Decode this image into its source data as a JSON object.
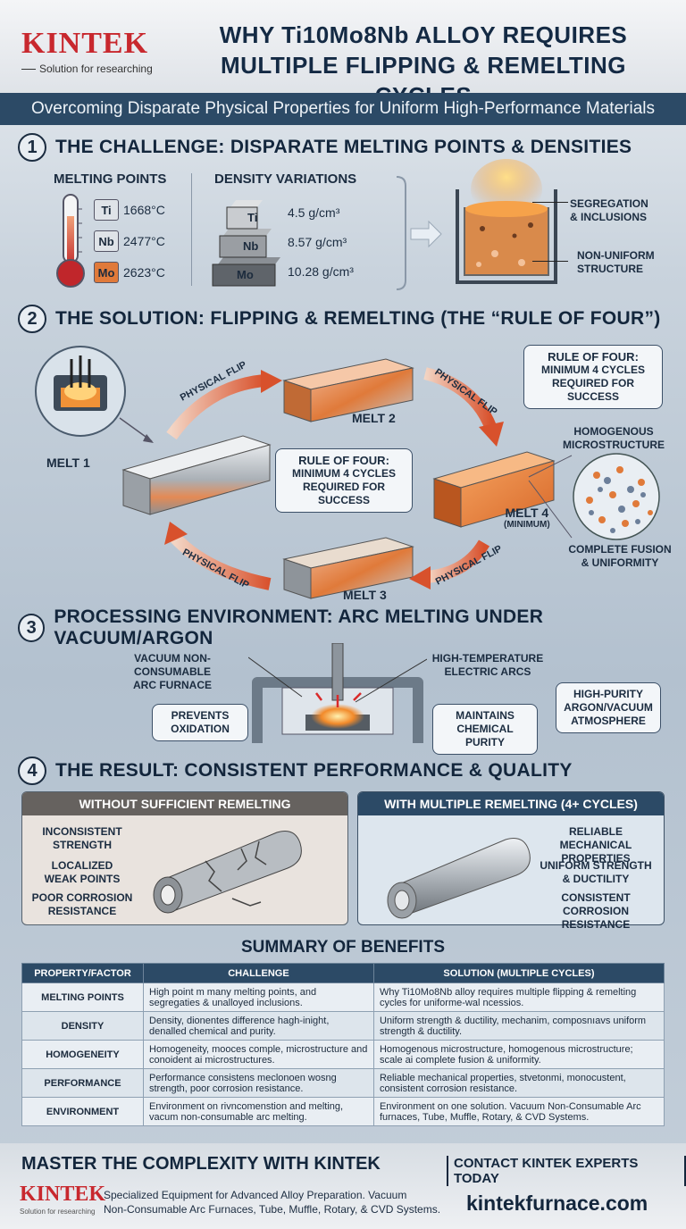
{
  "header": {
    "logo": "KINTEK",
    "logo_sub": "Solution for researching",
    "title_line1": "WHY Ti10Mo8Nb ALLOY REQUIRES",
    "title_line2": "MULTIPLE FLIPPING & REMELTING CYCLES"
  },
  "subtitle": "Overcoming Disparate Physical Properties for Uniform High-Performance Materials",
  "s1": {
    "num": "1",
    "title": "THE CHALLENGE: DISPARATE MELTING POINTS & DENSITIES",
    "mp_title": "MELTING POINTS",
    "dens_title": "DENSITY VARIATIONS",
    "elements": [
      {
        "sym": "Ti",
        "mp": "1668°C",
        "density": "4.5 g/cm³"
      },
      {
        "sym": "Nb",
        "mp": "2477°C",
        "density": "8.57 g/cm³"
      },
      {
        "sym": "Mo",
        "mp": "2623°C",
        "density": "10.28 g/cm³"
      }
    ],
    "seg1": "SEGREGATION",
    "seg2": "& INCLUSIONS",
    "nu1": "NON-UNIFORM",
    "nu2": "STRUCTURE"
  },
  "s2": {
    "num": "2",
    "title": "THE SOLUTION: FLIPPING & REMELTING (THE “RULE OF FOUR”)",
    "melt1": "MELT 1",
    "melt2": "MELT 2",
    "melt3": "MELT 3",
    "melt4": "MELT 4",
    "melt4_sub": "(MINIMUM)",
    "flip": "PHYSICAL FLIP",
    "rule_title": "RULE OF FOUR:",
    "rule_l1": "MINIMUM 4 CYCLES",
    "rule_l2": "REQUIRED FOR SUCCESS",
    "homog1": "HOMOGENOUS",
    "homog2": "MICROSTRUCTURE",
    "fusion1": "COMPLETE FUSION",
    "fusion2": "& UNIFORMITY"
  },
  "s3": {
    "num": "3",
    "title": "PROCESSING ENVIRONMENT: ARC MELTING UNDER VACUUM/ARGON",
    "furn1": "VACUUM NON-CONSUMABLE",
    "furn2": "ARC FURNACE",
    "arcs1": "HIGH-TEMPERATURE",
    "arcs2": "ELECTRIC ARCS",
    "ox1": "PREVENTS",
    "ox2": "OXIDATION",
    "pur1": "MAINTAINS",
    "pur2": "CHEMICAL PURITY",
    "atm1": "HIGH-PURITY",
    "atm2": "ARGON/VACUUM",
    "atm3": "ATMOSPHERE"
  },
  "s4": {
    "num": "4",
    "title": "THE RESULT: CONSISTENT PERFORMANCE & QUALITY",
    "left_title": "WITHOUT SUFFICIENT REMELTING",
    "right_title": "WITH MULTIPLE REMELTING (4+ CYCLES)",
    "l1a": "INCONSISTENT",
    "l1b": "STRENGTH",
    "l2a": "LOCALIZED",
    "l2b": "WEAK POINTS",
    "l3a": "POOR CORROSION",
    "l3b": "RESISTANCE",
    "r1a": "RELIABLE MECHANICAL",
    "r1b": "PROPERTIES",
    "r2a": "UNIFORM STRENGTH",
    "r2b": "& DUCTILITY",
    "r3a": "CONSISTENT CORROSION",
    "r3b": "RESISTANCE"
  },
  "summary": {
    "title": "SUMMARY OF BENEFITS",
    "headers": [
      "PROPERTY/FACTOR",
      "CHALLENGE",
      "SOLUTION (MULTIPLE CYCLES)"
    ],
    "rows": [
      [
        "MELTING POINTS",
        "High point m many melting points, and segregaties & unalloyed inclusions.",
        "Why Ti10Mo8Nb alloy requires multiple flipping & remelting cycles for uniforme-wal ncessios."
      ],
      [
        "DENSITY",
        "Density, dionentes difference hagh-inight, denalled chemical and purity.",
        "Uniform strength & ductility, mechanim, composnıavs uniform strength & ductility."
      ],
      [
        "HOMOGENEITY",
        "Homogeneity, mooces comple, microstructure and conoident ai microstructures.",
        "Homogenous microstructure, homogenous microstructure; scale ai complete fusion & uniformity."
      ],
      [
        "PERFORMANCE",
        "Performance consistens meclonoen wosng strength, poor corrosion resistance.",
        "Reliable mechanical properties, stvetonmi, monocustent, consistent corrosion resistance."
      ],
      [
        "ENVIRONMENT",
        "Environment on rivncomenstion and melting, vacum non-consumable arc melting.",
        "Environment on one solution. Vacuum Non-Consumable Arc furnaces, Tube, Muffle, Rotary, & CVD Systems."
      ]
    ]
  },
  "footer": {
    "headline": "MASTER THE COMPLEXITY WITH KINTEK",
    "cta": "CONTACT KINTEK EXPERTS TODAY",
    "logo": "KINTEK",
    "logo_sub": "Solution for researching",
    "desc1": "Specialized Equipment for Advanced Alloy Preparation. Vacuum",
    "desc2": "Non-Consumable Arc Furnaces, Tube, Muffle, Rotary, & CVD Systems.",
    "url": "kintekfurnace.com"
  },
  "colors": {
    "navy": "#2c4a66",
    "brand_red": "#c8282e",
    "copper": "#e07a3a"
  }
}
